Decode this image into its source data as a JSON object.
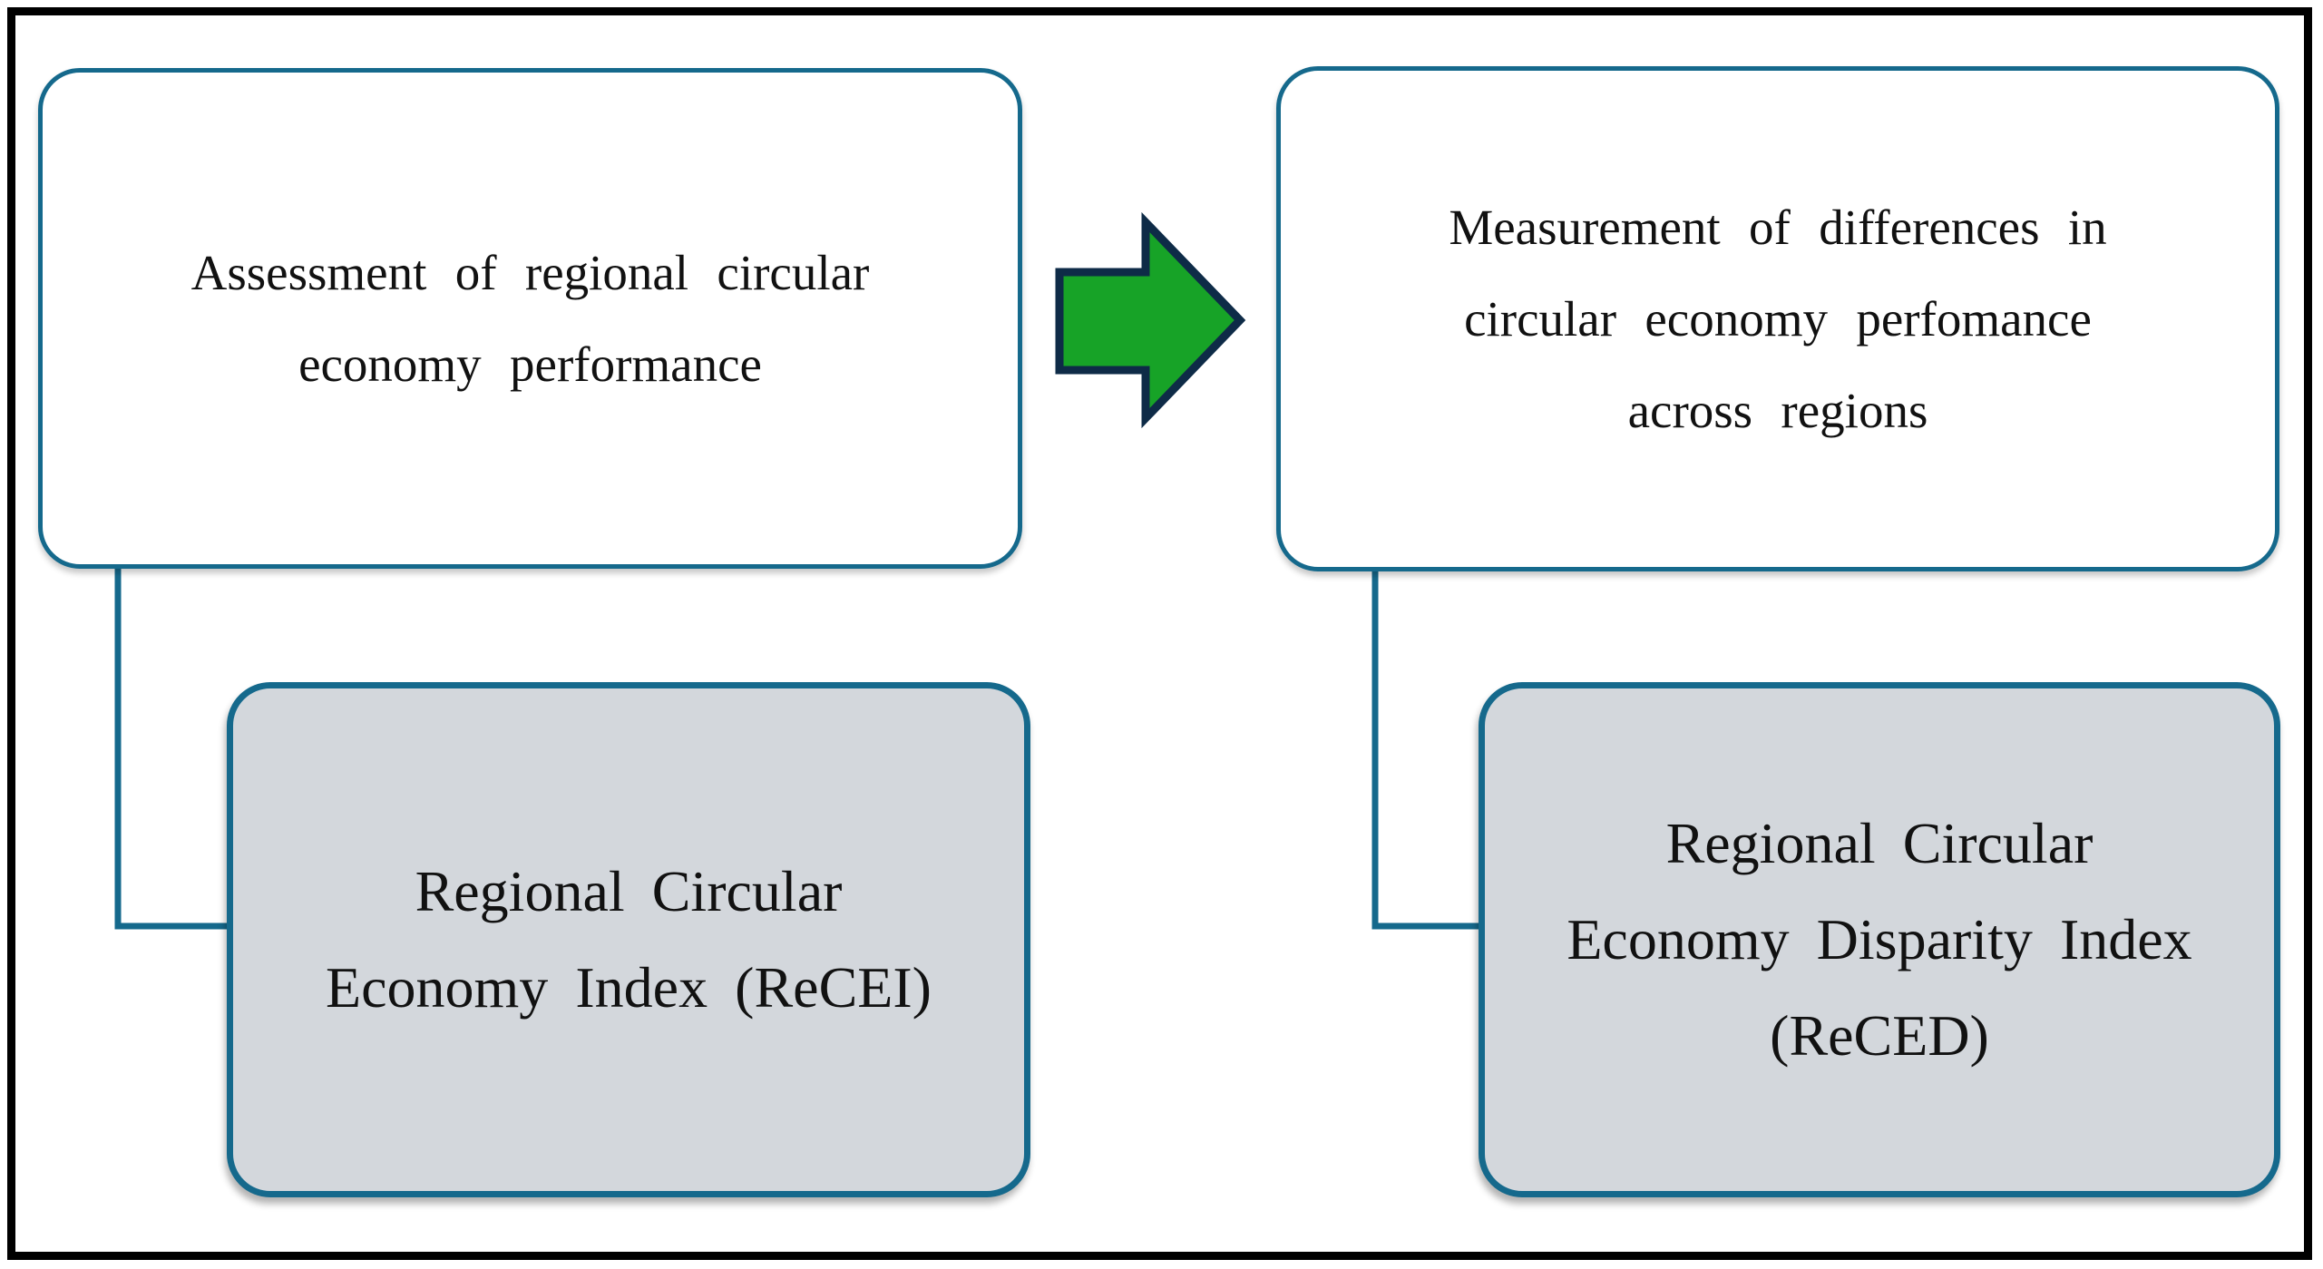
{
  "diagram_title": "Regional circular economy indices diagram",
  "boxes": {
    "assessment": {
      "lines": [
        "Assessment of regional circular",
        "economy performance"
      ],
      "full_text": "Assessment of regional circular economy performance",
      "style": "white-rounded"
    },
    "measurement": {
      "lines": [
        "Measurement of differences in",
        "circular economy perfomance",
        "across regions"
      ],
      "full_text": "Measurement of differences in circular economy perfomance across regions",
      "style": "white-rounded"
    },
    "recei": {
      "lines": [
        "Regional Circular",
        "Economy Index (ReCEI)"
      ],
      "full_text": "Regional Circular Economy Index (ReCEI)",
      "style": "gray-rounded"
    },
    "reced": {
      "lines": [
        "Regional Circular",
        "Economy Disparity Index",
        "(ReCED)"
      ],
      "full_text": "Regional Circular Economy Disparity Index (ReCED)",
      "style": "gray-rounded"
    }
  },
  "relations": [
    {
      "from": "assessment",
      "to": "measurement",
      "connector": "green-right-arrow"
    },
    {
      "from": "assessment",
      "to": "recei",
      "connector": "teal-elbow-line"
    },
    {
      "from": "measurement",
      "to": "reced",
      "connector": "teal-elbow-line"
    }
  ],
  "icons": [
    {
      "name": "arrow-right-icon",
      "meaning": "leads to / results in"
    }
  ],
  "colors": {
    "teal": "#15698c",
    "navy": "#0e2b47",
    "green": "#17a327",
    "gray_fill": "#d3d7dc",
    "frame_black": "#000000",
    "text": "#111111",
    "background": "#ffffff"
  }
}
